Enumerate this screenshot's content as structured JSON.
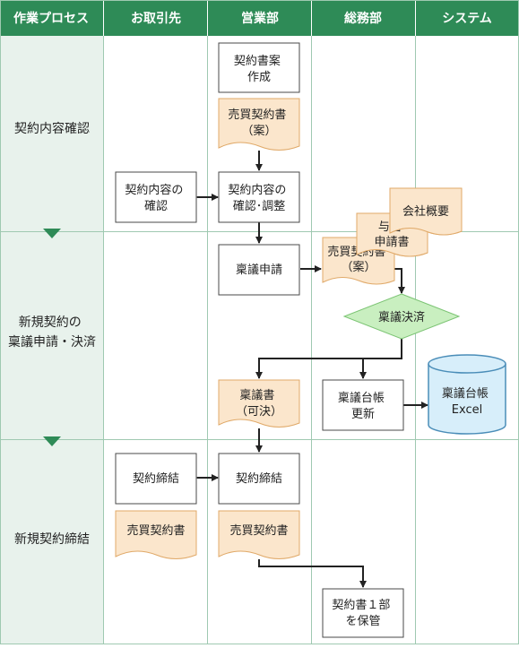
{
  "colors": {
    "header_bg": "#2e8b57",
    "header_text": "#ffffff",
    "process_bg": "#e8f2ec",
    "grid_line": "#9fc9b1",
    "box_border": "#4a4a4a",
    "doc_fill": "#fbe6cc",
    "doc_border": "#e0a968",
    "decision_fill": "#c9efc0",
    "decision_border": "#7cc474",
    "db_fill": "#d7eefa",
    "db_border": "#4a8db8",
    "arrow": "#222222",
    "triangle": "#2e8b57"
  },
  "header": {
    "process": "作業プロセス",
    "client": "お取引先",
    "sales": "営業部",
    "general": "総務部",
    "system": "システム"
  },
  "phases": {
    "phase1": [
      "契約内容確認"
    ],
    "phase2": [
      "新規契約の",
      "稟議申請・決済"
    ],
    "phase3": [
      "新規契約締結"
    ]
  },
  "nodes": {
    "draft": [
      "契約書案",
      "作成"
    ],
    "sales_doc_draft": [
      "売買契約書",
      "（案）"
    ],
    "client_confirm": [
      "契約内容の",
      "確認"
    ],
    "sales_confirm": [
      "契約内容の",
      "確認･調整"
    ],
    "ringi_apply": [
      "稟議申請"
    ],
    "stack_doc1": [
      "売買契約書",
      "（案）"
    ],
    "stack_doc2": [
      "与信",
      "申請書"
    ],
    "stack_doc3": [
      "会社概要"
    ],
    "ringi_decision": [
      "稟議決済"
    ],
    "ringi_doc": [
      "稟議書",
      "（可決）"
    ],
    "ledger_update": [
      "稟議台帳",
      "更新"
    ],
    "ledger_db": [
      "稟議台帳",
      "Excel"
    ],
    "client_sign": [
      "契約締結"
    ],
    "sales_sign": [
      "契約締結"
    ],
    "client_doc": [
      "売買契約書"
    ],
    "sales_doc": [
      "売買契約書"
    ],
    "archive": [
      "契約書１部",
      "を保管"
    ]
  }
}
